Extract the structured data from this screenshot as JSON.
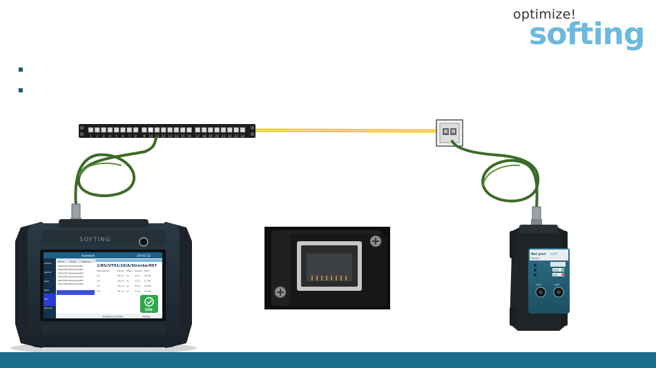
{
  "logo": {
    "tagline": "optimize!",
    "wordmark": "softing",
    "color": "#6cb9dd"
  },
  "bullets": [
    {
      "text": ""
    },
    {
      "text": ""
    }
  ],
  "patch_panel": {
    "port_numbers": [
      "1",
      "2",
      "3",
      "4",
      "5",
      "6",
      "7",
      "8",
      "9",
      "10",
      "11",
      "12",
      "13",
      "14",
      "15",
      "16",
      "17",
      "18",
      "19",
      "20",
      "21",
      "22",
      "23",
      "24"
    ]
  },
  "tester": {
    "brand": "SOFTING",
    "screen": {
      "status_left": "Autotest",
      "status_right": "10:03:12",
      "list_headers": [
        "Name",
        "Länge",
        "Ergebnis"
      ],
      "row_names": [
        "1/RG/VT01/10/A/Strecke/001",
        "1/RG/VT01/10/A/Strecke/002",
        "1/RG/VT01/10/A/Strecke/003",
        "1/RG/VT01/10/A/Strecke/004",
        "1/RG/VT01/10/A/Strecke/005",
        "1/RG/VT01/10/A/Strecke/006",
        "1/RG/VT01/10/A/Strecke/007",
        "1/RG/VT01/10/A/Strecke/008"
      ],
      "detail_title": "1/RG/VT01/10/A/Strecke/007",
      "detail_headers": [
        "Verdrahtung",
        "Länge",
        "Status",
        "Kontakt",
        "NEXT"
      ],
      "detail_rows": [
        [
          "1-2",
          "38.2 m",
          "ok",
          "0.1 Ω",
          "0.4 dB"
        ],
        [
          "3-6",
          "38.3 m",
          "ok",
          "0.1 Ω",
          "0.7 dB"
        ],
        [
          "4-5",
          "38.4 m",
          "ok",
          "0.0 Ω",
          "0.6 dB"
        ],
        [
          "7-8",
          "38.1 m",
          "ok",
          "0.1 Ω",
          "0.4 dB"
        ]
      ],
      "badge": "1Gb",
      "bottom_label": "Autotest starten",
      "bottom_right": "Fertig"
    },
    "side_menu": [
      "Autotest",
      "Speicher",
      "Kabel",
      "Setup",
      "Hilfe",
      "Werkzeug"
    ]
  },
  "remote": {
    "brand": "Net port",
    "brand_accent": "soft",
    "subtitle": "Remote",
    "led_labels": [
      "PASS",
      "FAIL"
    ],
    "port_labels": [
      "RJ45",
      "RJ45"
    ]
  },
  "colors": {
    "footer": "#1b6e8e",
    "bullet": "#1d5a7a",
    "fiber_yellow": "#f7c424",
    "cable_green": "#3c6a28"
  }
}
